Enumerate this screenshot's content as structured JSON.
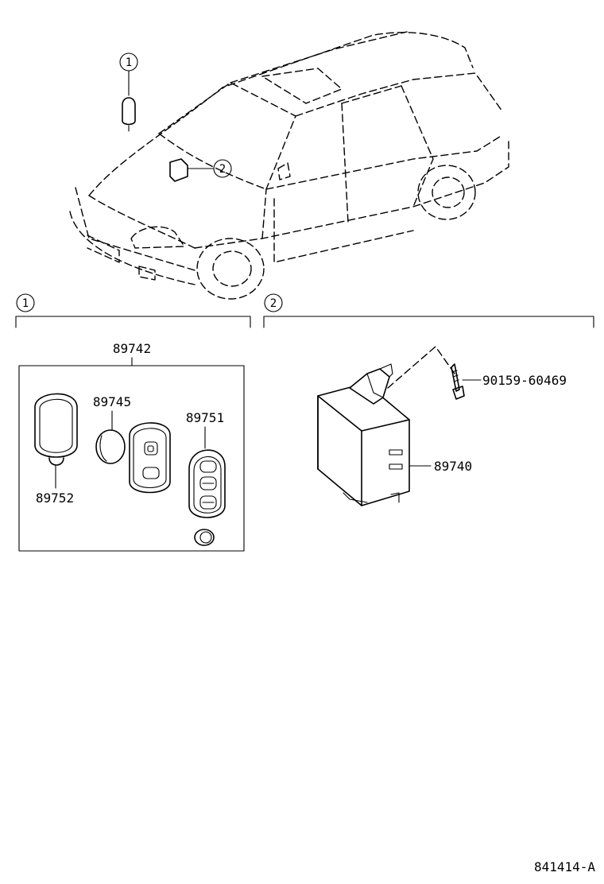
{
  "callouts": {
    "one": "1",
    "two": "2"
  },
  "parts": {
    "key_assembly": "89742",
    "battery": "89745",
    "transmitter": "89751",
    "key_case": "89752",
    "bolt": "90159-60469",
    "receiver": "89740"
  },
  "drawing_code": "841414-A"
}
